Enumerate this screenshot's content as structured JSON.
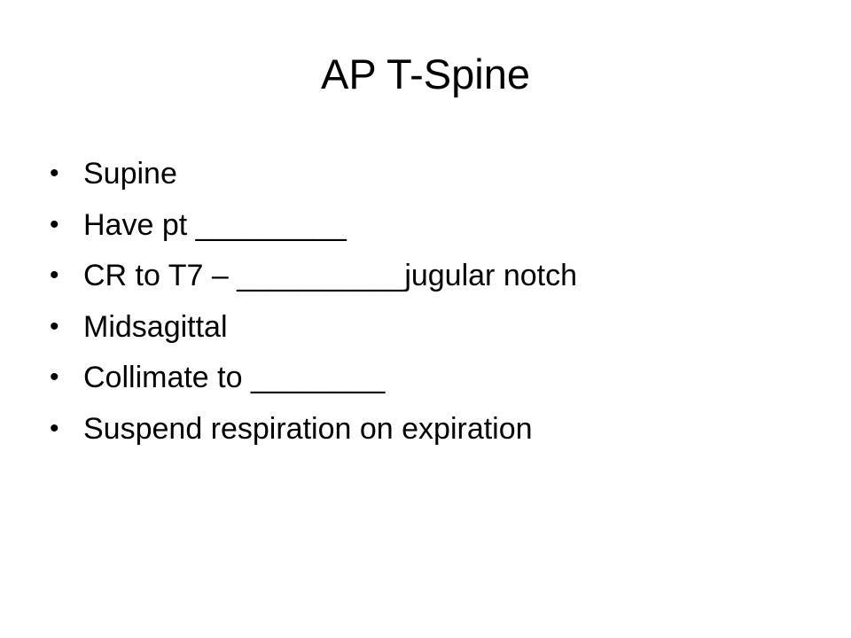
{
  "slide": {
    "title": "AP T-Spine",
    "bullet_glyph": "•",
    "bullets": [
      "Supine",
      "Have pt _________",
      "CR to T7 – __________jugular notch",
      "Midsagittal",
      "Collimate to ________",
      "Suspend respiration on expiration"
    ]
  }
}
